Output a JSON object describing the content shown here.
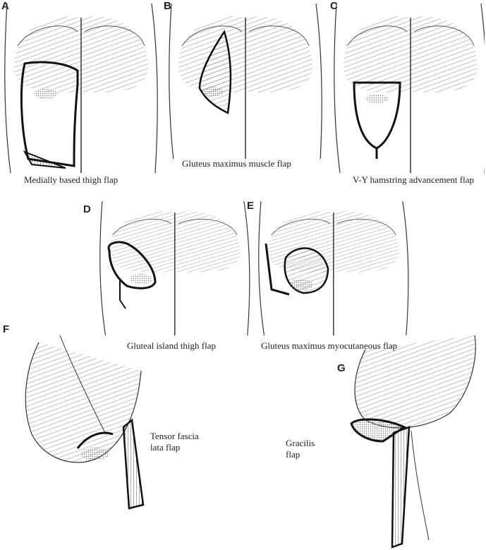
{
  "panels": [
    {
      "letter": "A",
      "caption": "Medially based thigh flap"
    },
    {
      "letter": "B",
      "caption": "Gluteus maximus muscle flap"
    },
    {
      "letter": "C",
      "caption": "V-Y hamstring advancement flap"
    },
    {
      "letter": "D",
      "caption": "Gluteal island thigh flap"
    },
    {
      "letter": "E",
      "caption": "Gluteus maximus myocutaneous flap"
    },
    {
      "letter": "F",
      "caption_line1": "Tensor fascia",
      "caption_line2": "lata flap"
    },
    {
      "letter": "G",
      "caption_line1": "Gracilis",
      "caption_line2": "flap"
    }
  ],
  "colors": {
    "ink": "#222222",
    "stipple": "#bbbbbb"
  }
}
